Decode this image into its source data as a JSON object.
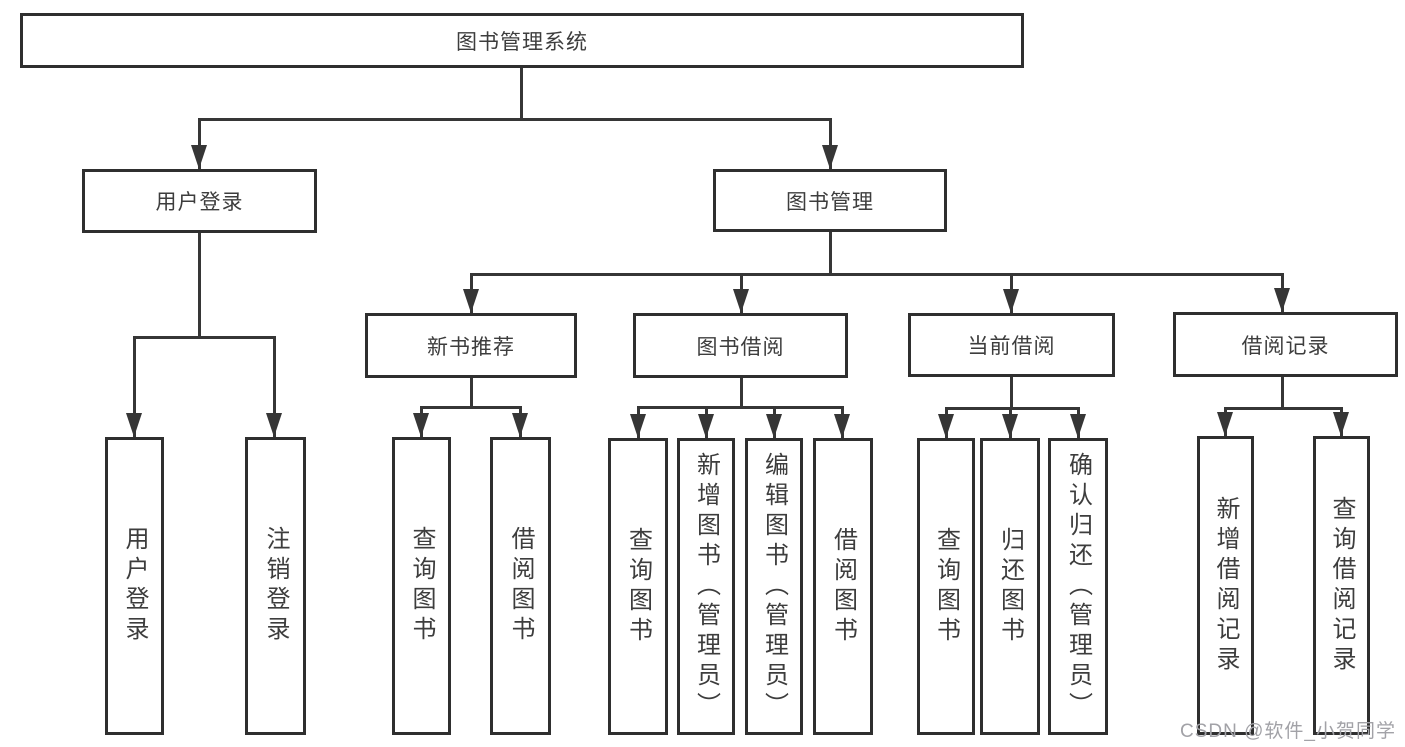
{
  "diagram": {
    "root": {
      "label": "图书管理系统"
    },
    "level2": [
      {
        "label": "用户登录"
      },
      {
        "label": "图书管理"
      }
    ],
    "level3": [
      {
        "label": "新书推荐"
      },
      {
        "label": "图书借阅"
      },
      {
        "label": "当前借阅"
      },
      {
        "label": "借阅记录"
      }
    ],
    "leaves": {
      "user_login": [
        {
          "label": "用户登录"
        },
        {
          "label": "注销登录"
        }
      ],
      "new_book_recommend": [
        {
          "label": "查询图书"
        },
        {
          "label": "借阅图书"
        }
      ],
      "book_borrow": [
        {
          "label": "查询图书"
        },
        {
          "label": "新增图书（管理员）"
        },
        {
          "label": "编辑图书（管理员）"
        },
        {
          "label": "借阅图书"
        }
      ],
      "current_borrow": [
        {
          "label": "查询图书"
        },
        {
          "label": "归还图书"
        },
        {
          "label": "确认归还（管理员）"
        }
      ],
      "borrow_records": [
        {
          "label": "新增借阅记录"
        },
        {
          "label": "查询借阅记录"
        }
      ]
    }
  },
  "watermark": {
    "text": "CSDN @软件_小贺同学"
  },
  "colors": {
    "line": "#363636",
    "box_border": "#2f2f2f",
    "text": "#3d3d3d",
    "watermark": "#a2a2a7",
    "background": "#ffffff"
  }
}
